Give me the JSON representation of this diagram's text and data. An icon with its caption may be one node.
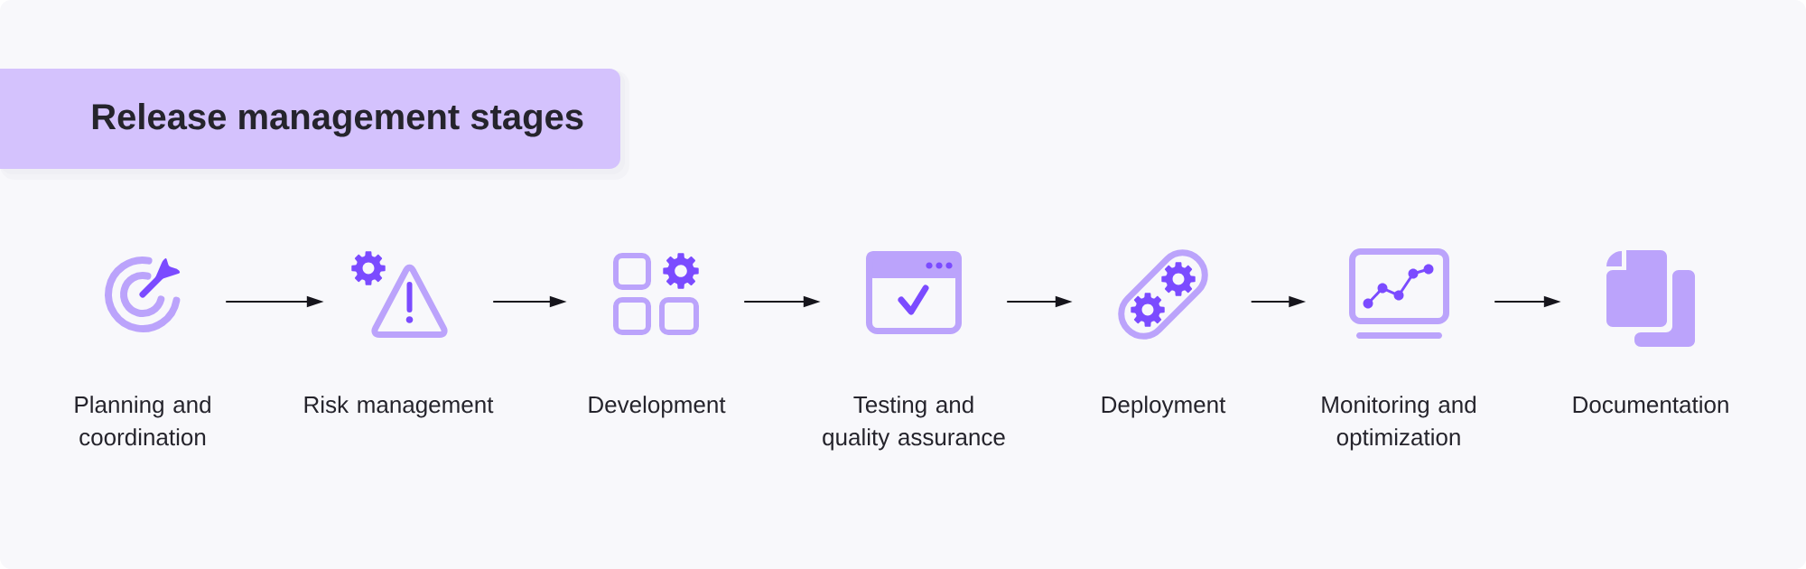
{
  "diagram": {
    "title": "Release management stages",
    "nodes": [
      {
        "text": [
          "Planning and coordination"
        ]
      },
      {
        "text": [
          "Risk management"
        ]
      },
      {
        "text": [
          "Development"
        ]
      },
      {
        "text": [
          "Testing and quality assurance"
        ]
      },
      {
        "text": [
          "Deployment"
        ]
      },
      {
        "text": [
          "Monitoring and optimization"
        ]
      },
      {
        "text": [
          "Documentation"
        ]
      }
    ],
    "edges": [
      {
        "from": 0,
        "to": 1,
        "arrow": "to"
      },
      {
        "from": 1,
        "to": 2,
        "arrow": "to"
      },
      {
        "from": 2,
        "to": 3,
        "arrow": "to"
      },
      {
        "from": 3,
        "to": 4,
        "arrow": "to"
      },
      {
        "from": 4,
        "to": 5,
        "arrow": "to"
      },
      {
        "from": 5,
        "to": 6,
        "arrow": "to"
      }
    ]
  }
}
